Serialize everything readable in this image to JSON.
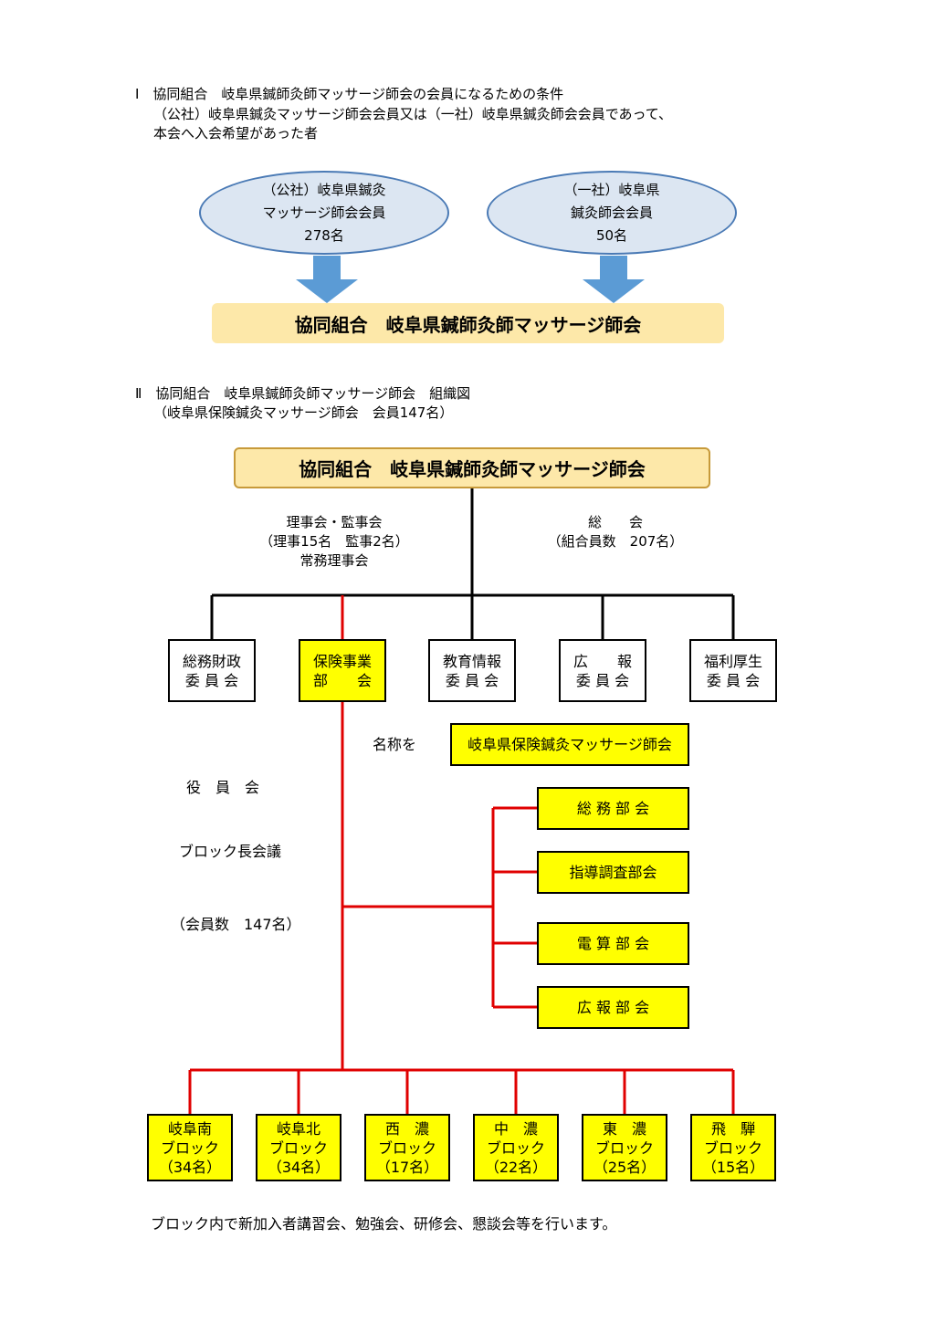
{
  "section1": {
    "heading": "Ⅰ　協同組合　岐阜県鍼師灸師マッサージ師会の会員になるための条件",
    "line2": "（公社）岐阜県鍼灸マッサージ師会会員又は（一社）岐阜県鍼灸師会会員であって、",
    "line3": "本会へ入会希望があった者",
    "left_ellipse": [
      "（公社）岐阜県鍼灸",
      "マッサージ師会会員",
      "278名"
    ],
    "right_ellipse": [
      "（一社）岐阜県",
      "鍼灸師会会員",
      "50名"
    ],
    "org_name": "協同組合　岐阜県鍼師灸師マッサージ師会"
  },
  "section2": {
    "heading": "Ⅱ　協同組合　岐阜県鍼師灸師マッサージ師会　組織図",
    "subheading": "（岐阜県保険鍼灸マッサージ師会　会員147名）",
    "top_box": "協同組合　岐阜県鍼師灸師マッサージ師会",
    "board": [
      "理事会・監事会",
      "（理事15名　監事2名）",
      "常務理事会"
    ],
    "general": [
      "総　　会",
      "（組合員数　207名）"
    ],
    "committees": [
      [
        "総務財政",
        "委 員 会"
      ],
      [
        "保険事業",
        "部　　会"
      ],
      [
        "教育情報",
        "委 員 会"
      ],
      [
        "広　　報",
        "委 員 会"
      ],
      [
        "福利厚生",
        "委 員 会"
      ]
    ],
    "rename_label": "名称を",
    "rename_box": "岐阜県保険鍼灸マッサージ師会",
    "officers": "役　員　会",
    "block_meeting": "ブロック長会議",
    "member_count": "（会員数　147名）",
    "sub_committees": [
      "総 務 部 会",
      "指導調査部会",
      "電 算 部 会",
      "広 報 部 会"
    ],
    "blocks": [
      [
        "岐阜南",
        "ブロック",
        "（34名）"
      ],
      [
        "岐阜北",
        "ブロック",
        "（34名）"
      ],
      [
        "西　濃",
        "ブロック",
        "（17名）"
      ],
      [
        "中　濃",
        "ブロック",
        "（22名）"
      ],
      [
        "東　濃",
        "ブロック",
        "（25名）"
      ],
      [
        "飛　騨",
        "ブロック",
        "（15名）"
      ]
    ],
    "footer": "ブロック内で新加入者講習会、勉強会、研修会、懇談会等を行います。"
  },
  "colors": {
    "ellipse_fill": "#dce6f2",
    "arrow": "#5b9bd5",
    "org_fill": "#fde8a9",
    "highlight": "#ffff00",
    "red_line": "#e00000"
  }
}
